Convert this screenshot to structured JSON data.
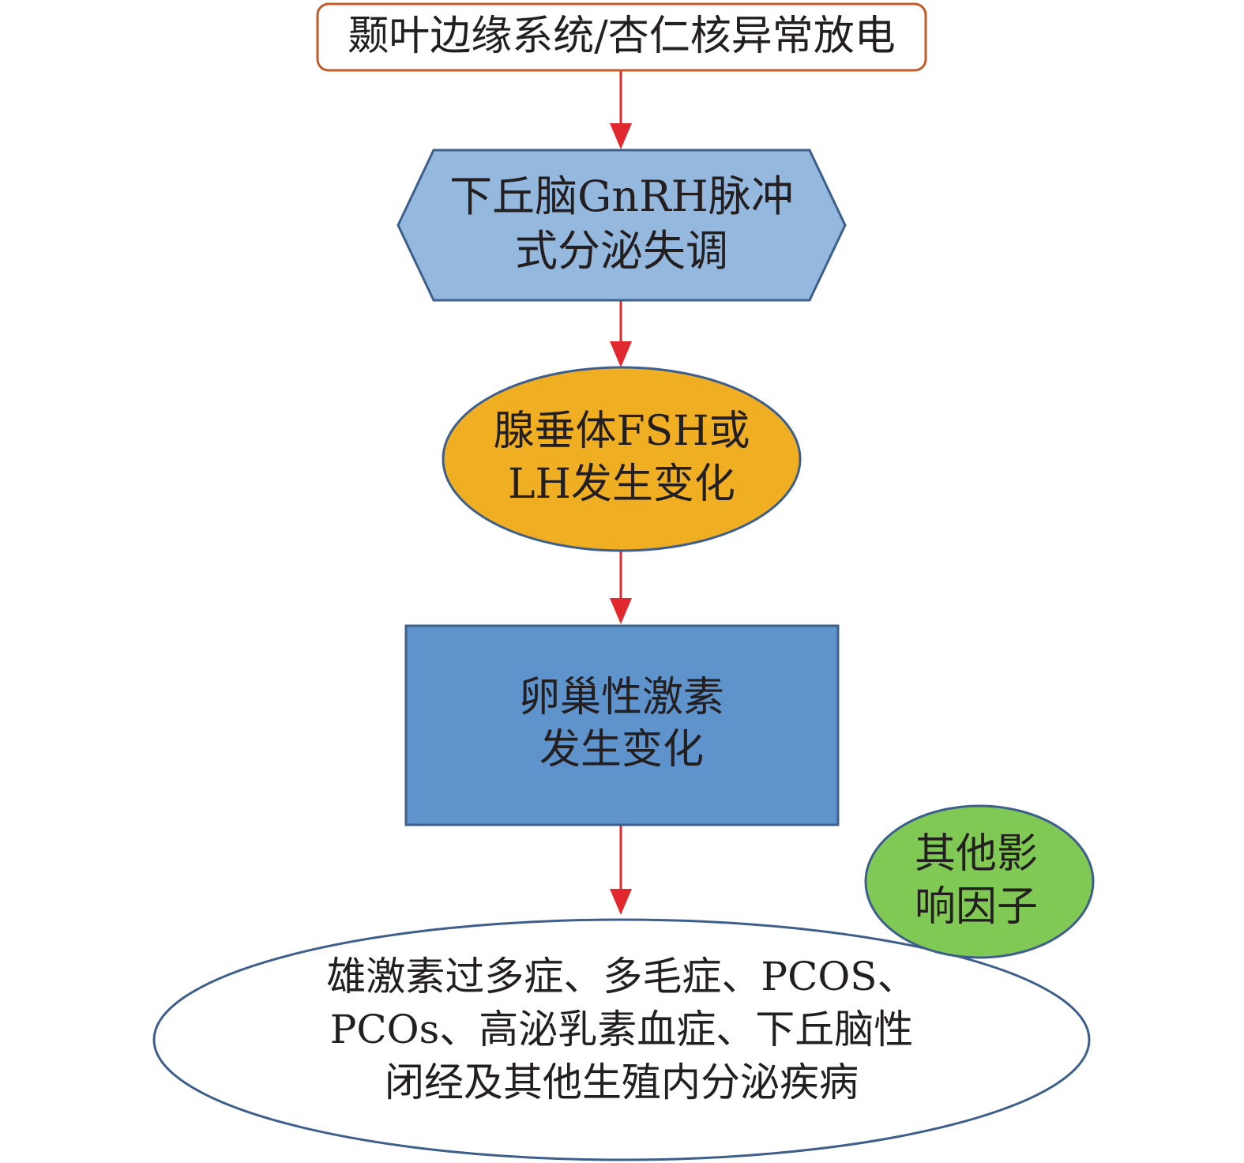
{
  "nodes": {
    "temporal": {
      "label": "颞叶边缘系统/杏仁核异常放电",
      "fill": "#ffffff",
      "stroke": "#c55a29"
    },
    "hypothalamus": {
      "lines": [
        "下丘脑GnRH脉冲",
        "式分泌失调"
      ],
      "fill": "#95b8de",
      "stroke": "#3e5f8c"
    },
    "pituitary": {
      "lines": [
        "腺垂体FSH或",
        "LH发生变化"
      ],
      "fill": "#f0ae22",
      "stroke": "#3e5f8c"
    },
    "ovary": {
      "lines": [
        "卵巢性激素",
        "发生变化"
      ],
      "fill": "#5f93cc",
      "stroke": "#3e5f8c"
    },
    "other_factors": {
      "lines": [
        "其他影",
        "响因子"
      ],
      "fill": "#81c955",
      "stroke": "#3e5f8c"
    },
    "diseases": {
      "lines": [
        "雄激素过多症、多毛症、PCOS、",
        "PCOs、高泌乳素血症、下丘脑性",
        "闭经及其他生殖内分泌疾病"
      ],
      "fill": "#ffffff",
      "stroke": "#3e5f8c"
    }
  },
  "arrow_color": "#e0282e"
}
